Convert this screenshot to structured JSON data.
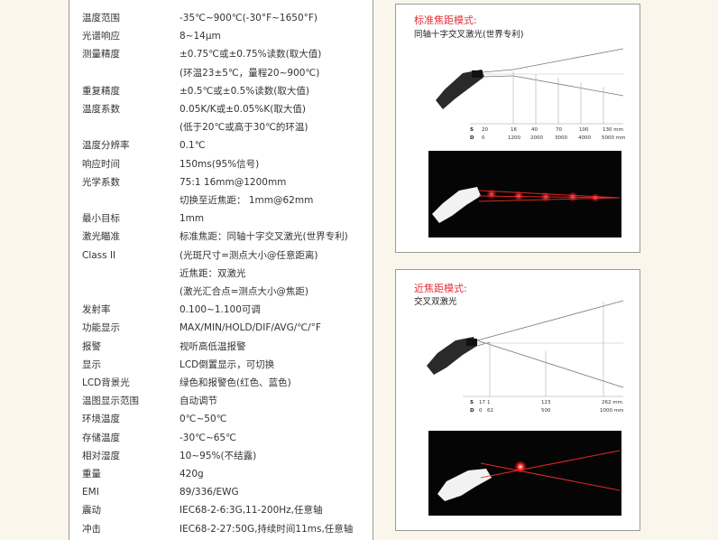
{
  "specs": [
    {
      "label": "温度范围",
      "value": "-35℃~900℃(-30°F~1650°F)"
    },
    {
      "label": "光谱响应",
      "value": "8~14μm"
    },
    {
      "label": "测量精度",
      "value": "±0.75℃或±0.75%读数(取大值)"
    },
    {
      "label": "",
      "value": "(环温23±5℃，量程20~900℃)"
    },
    {
      "label": "重复精度",
      "value": "±0.5℃或±0.5%读数(取大值)"
    },
    {
      "label": "温度系数",
      "value": "0.05K/K或±0.05%K(取大值)"
    },
    {
      "label": "",
      "value": "(低于20℃或高于30℃的环温)"
    },
    {
      "label": "温度分辨率",
      "value": "0.1℃"
    },
    {
      "label": "响应时间",
      "value": "150ms(95%信号)"
    },
    {
      "label": "光学系数",
      "value": "75:1          16mm@1200mm"
    },
    {
      "label": "",
      "value": "切换至近焦距：   1mm@62mm"
    },
    {
      "label": "最小目标",
      "value": "1mm"
    },
    {
      "label": "激光瞄准",
      "value": "标准焦距：同轴十字交叉激光(世界专利)"
    },
    {
      "label": "Class II",
      "value": "(光斑尺寸=测点大小@任意距离)"
    },
    {
      "label": "",
      "value": "近焦距：双激光"
    },
    {
      "label": "",
      "value": "(激光汇合点=测点大小@焦距)"
    },
    {
      "label": "发射率",
      "value": "0.100~1.100可调"
    },
    {
      "label": "功能显示",
      "value": "MAX/MIN/HOLD/DIF/AVG/℃/°F"
    },
    {
      "label": "报警",
      "value": "视听高低温报警"
    },
    {
      "label": "显示",
      "value": "LCD倒置显示，可切换"
    },
    {
      "label": "LCD背景光",
      "value": "绿色和报警色(红色、蓝色)"
    },
    {
      "label": "温图显示范围",
      "value": "自动调节"
    },
    {
      "label": "环境温度",
      "value": "0℃~50℃"
    },
    {
      "label": "存储温度",
      "value": "-30℃~65℃"
    },
    {
      "label": "相对湿度",
      "value": "10~95%(不结露)"
    },
    {
      "label": "重量",
      "value": "420g"
    },
    {
      "label": "EMI",
      "value": "89/336/EWG"
    },
    {
      "label": "震动",
      "value": "IEC68-2-6:3G,11-200Hz,任意轴"
    },
    {
      "label": "冲击",
      "value": "IEC68-2-27:50G,持续时间11ms,任意轴"
    }
  ],
  "standard": {
    "title": "标准焦距模式:",
    "subtitle": "同轴十字交叉激光(世界专利)",
    "s_label": "S",
    "d_label": "D",
    "s_values": [
      "20",
      "16",
      "40",
      "70",
      "100",
      "130 mm"
    ],
    "d_values": [
      "0",
      "1200",
      "2000",
      "3000",
      "4000",
      "5000 mm"
    ]
  },
  "close": {
    "title": "近焦距模式:",
    "subtitle": "交叉双激光",
    "s_label": "S",
    "d_label": "D",
    "s_values": [
      "17",
      "1",
      "123",
      "262 mm"
    ],
    "d_values": [
      "0",
      "62",
      "500",
      "1000 mm"
    ]
  },
  "colors": {
    "accent": "#e3303a",
    "laser": "#ff2a2a"
  }
}
